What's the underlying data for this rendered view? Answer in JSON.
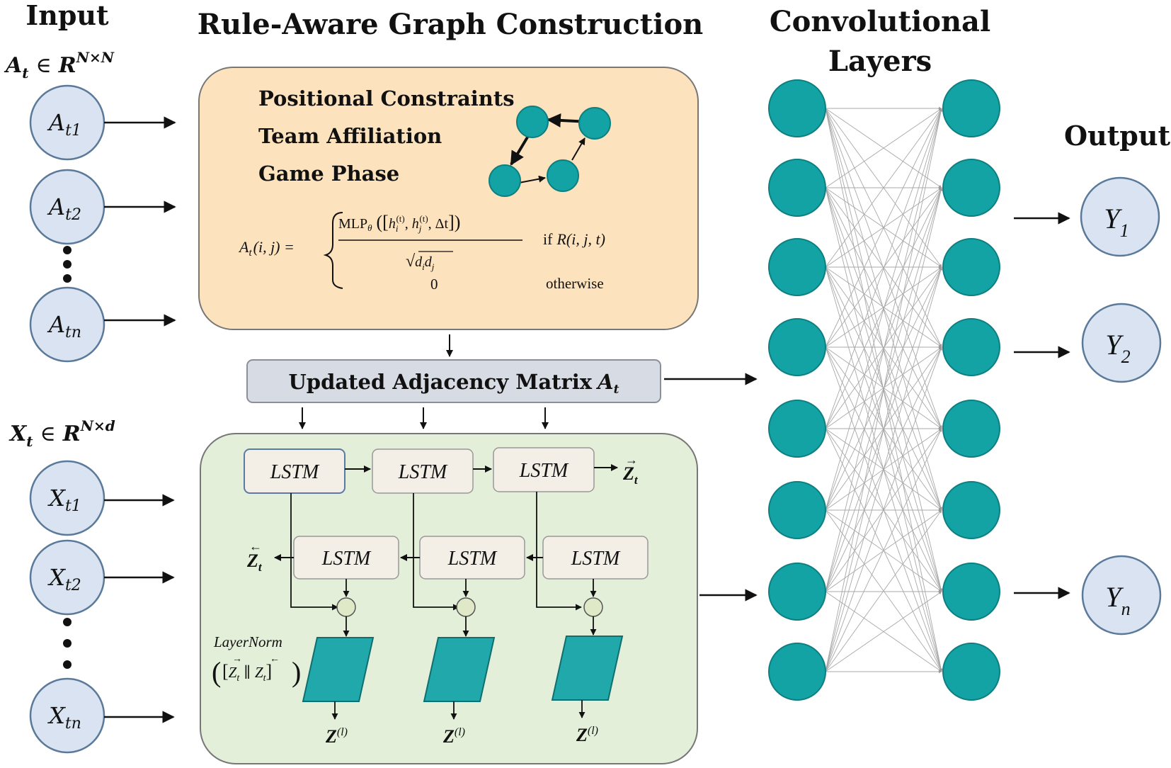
{
  "sections": {
    "input": "Input",
    "rule_graph": "Rule-Aware Graph Construction",
    "conv_line1": "Convolutional",
    "conv_line2": "Layers",
    "output": "Output"
  },
  "input_a": {
    "label_base": "A",
    "label_sub": "t",
    "label_in": "∈",
    "label_space": "R",
    "label_sup": "N×N",
    "nodes": [
      {
        "base": "A",
        "sub": "t1"
      },
      {
        "base": "A",
        "sub": "t2"
      },
      {
        "base": "A",
        "sub": "tn"
      }
    ]
  },
  "input_x": {
    "label_base": "X",
    "label_sub": "t",
    "label_in": "∈",
    "label_space": "R",
    "label_sup": "N×d",
    "nodes": [
      {
        "base": "X",
        "sub": "t1"
      },
      {
        "base": "X",
        "sub": "t2"
      },
      {
        "base": "X",
        "sub": "tn"
      }
    ]
  },
  "rule_box": {
    "items": [
      "Positional Constraints",
      "Team Affiliation",
      "Game Phase"
    ],
    "formula": {
      "lhs": "A",
      "lhs_sub": "t",
      "lhs_args": "(i, j) =",
      "mlp": "MLP",
      "mlp_sub": "θ",
      "h": "h",
      "sub_i": "i",
      "sub_j": "j",
      "sup_t": "(t)",
      "delta": "Δt",
      "den_d": "d",
      "cond_if": "if",
      "cond_r": "R",
      "cond_args": "(i, j, t)",
      "zero": "0",
      "otherwise": "otherwise"
    }
  },
  "adjacency": {
    "label": "Updated Adjacency Matrix",
    "symbol": "A",
    "symbol_sub": "t"
  },
  "lstm_box": {
    "cell": "LSTM",
    "z_base": "Z",
    "z_sub": "t",
    "layernorm": "LayerNorm",
    "layernorm_z": "Z",
    "layernorm_sub": "t",
    "layernorm_concat": "∥",
    "out_base": "Z",
    "out_sup": "(l)"
  },
  "outputs": [
    {
      "base": "Y",
      "sub": "1"
    },
    {
      "base": "Y",
      "sub": "2"
    },
    {
      "base": "Y",
      "sub": "n"
    }
  ],
  "colors": {
    "rule_box_fill": "#fde3bd",
    "lstm_box_fill": "#e3efd9",
    "node_fill": "#d9e3f2",
    "node_stroke": "#5b7a9a",
    "teal": "#14a3a5",
    "teal_stroke": "#0e7f81",
    "adj_fill": "#d7dbe3",
    "lstm_cell_fill": "#f3eee6"
  }
}
